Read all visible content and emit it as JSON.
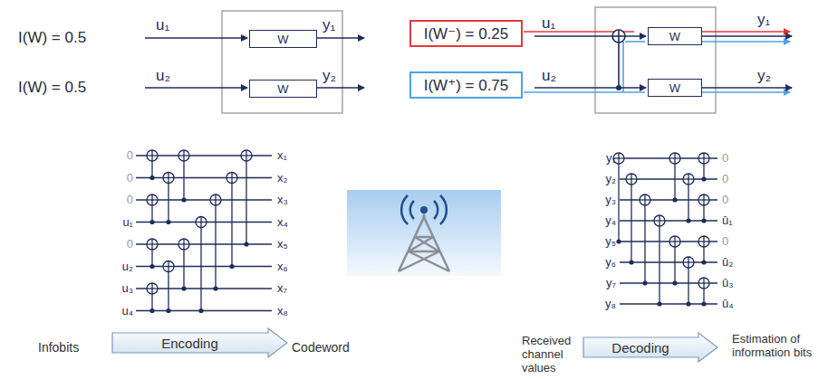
{
  "diagram": {
    "nodes": [
      {
        "text": [
          "W"
        ]
      },
      {
        "text": [
          "W"
        ]
      },
      {
        "text": [
          "I(W⁻) = 0.25"
        ]
      },
      {
        "text": [
          "I(W⁺) = 0.75"
        ]
      },
      {
        "text": [
          "W"
        ]
      },
      {
        "text": [
          "W"
        ]
      },
      {
        "text": [
          "Encoding"
        ]
      },
      {
        "text": [
          "Decoding"
        ]
      }
    ],
    "labels": [
      "I(W) = 0.5",
      "u₁",
      "y₁",
      "I(W) = 0.5",
      "u₂",
      "y₂",
      "u₁",
      "y₁",
      "u₂",
      "y₂",
      "0",
      "0",
      "0",
      "u₁",
      "0",
      "u₂",
      "u₃",
      "u₄",
      "x₁",
      "x₂",
      "x₃",
      "x₄",
      "x₅",
      "x₆",
      "x₇",
      "x₈",
      "y₁",
      "y₂",
      "y₃",
      "y₄",
      "y₅",
      "y₆",
      "y₇",
      "y₈",
      "0",
      "0",
      "0",
      "û₁",
      "0",
      "û₂",
      "û₃",
      "û₄",
      "Infobits",
      "Codeword",
      "Received channel values",
      "Estimation of information bits"
    ]
  }
}
